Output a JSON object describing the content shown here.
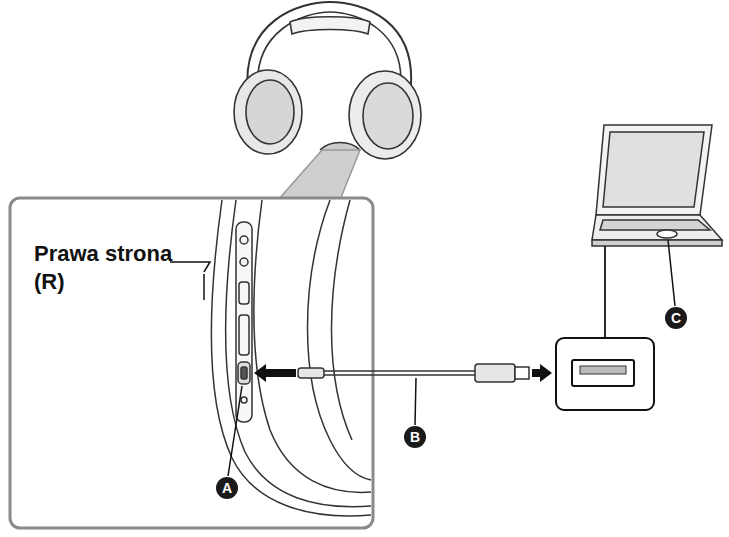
{
  "diagram": {
    "labels": [
      "Prawa strona (R)",
      "A",
      "B",
      "C"
    ]
  }
}
